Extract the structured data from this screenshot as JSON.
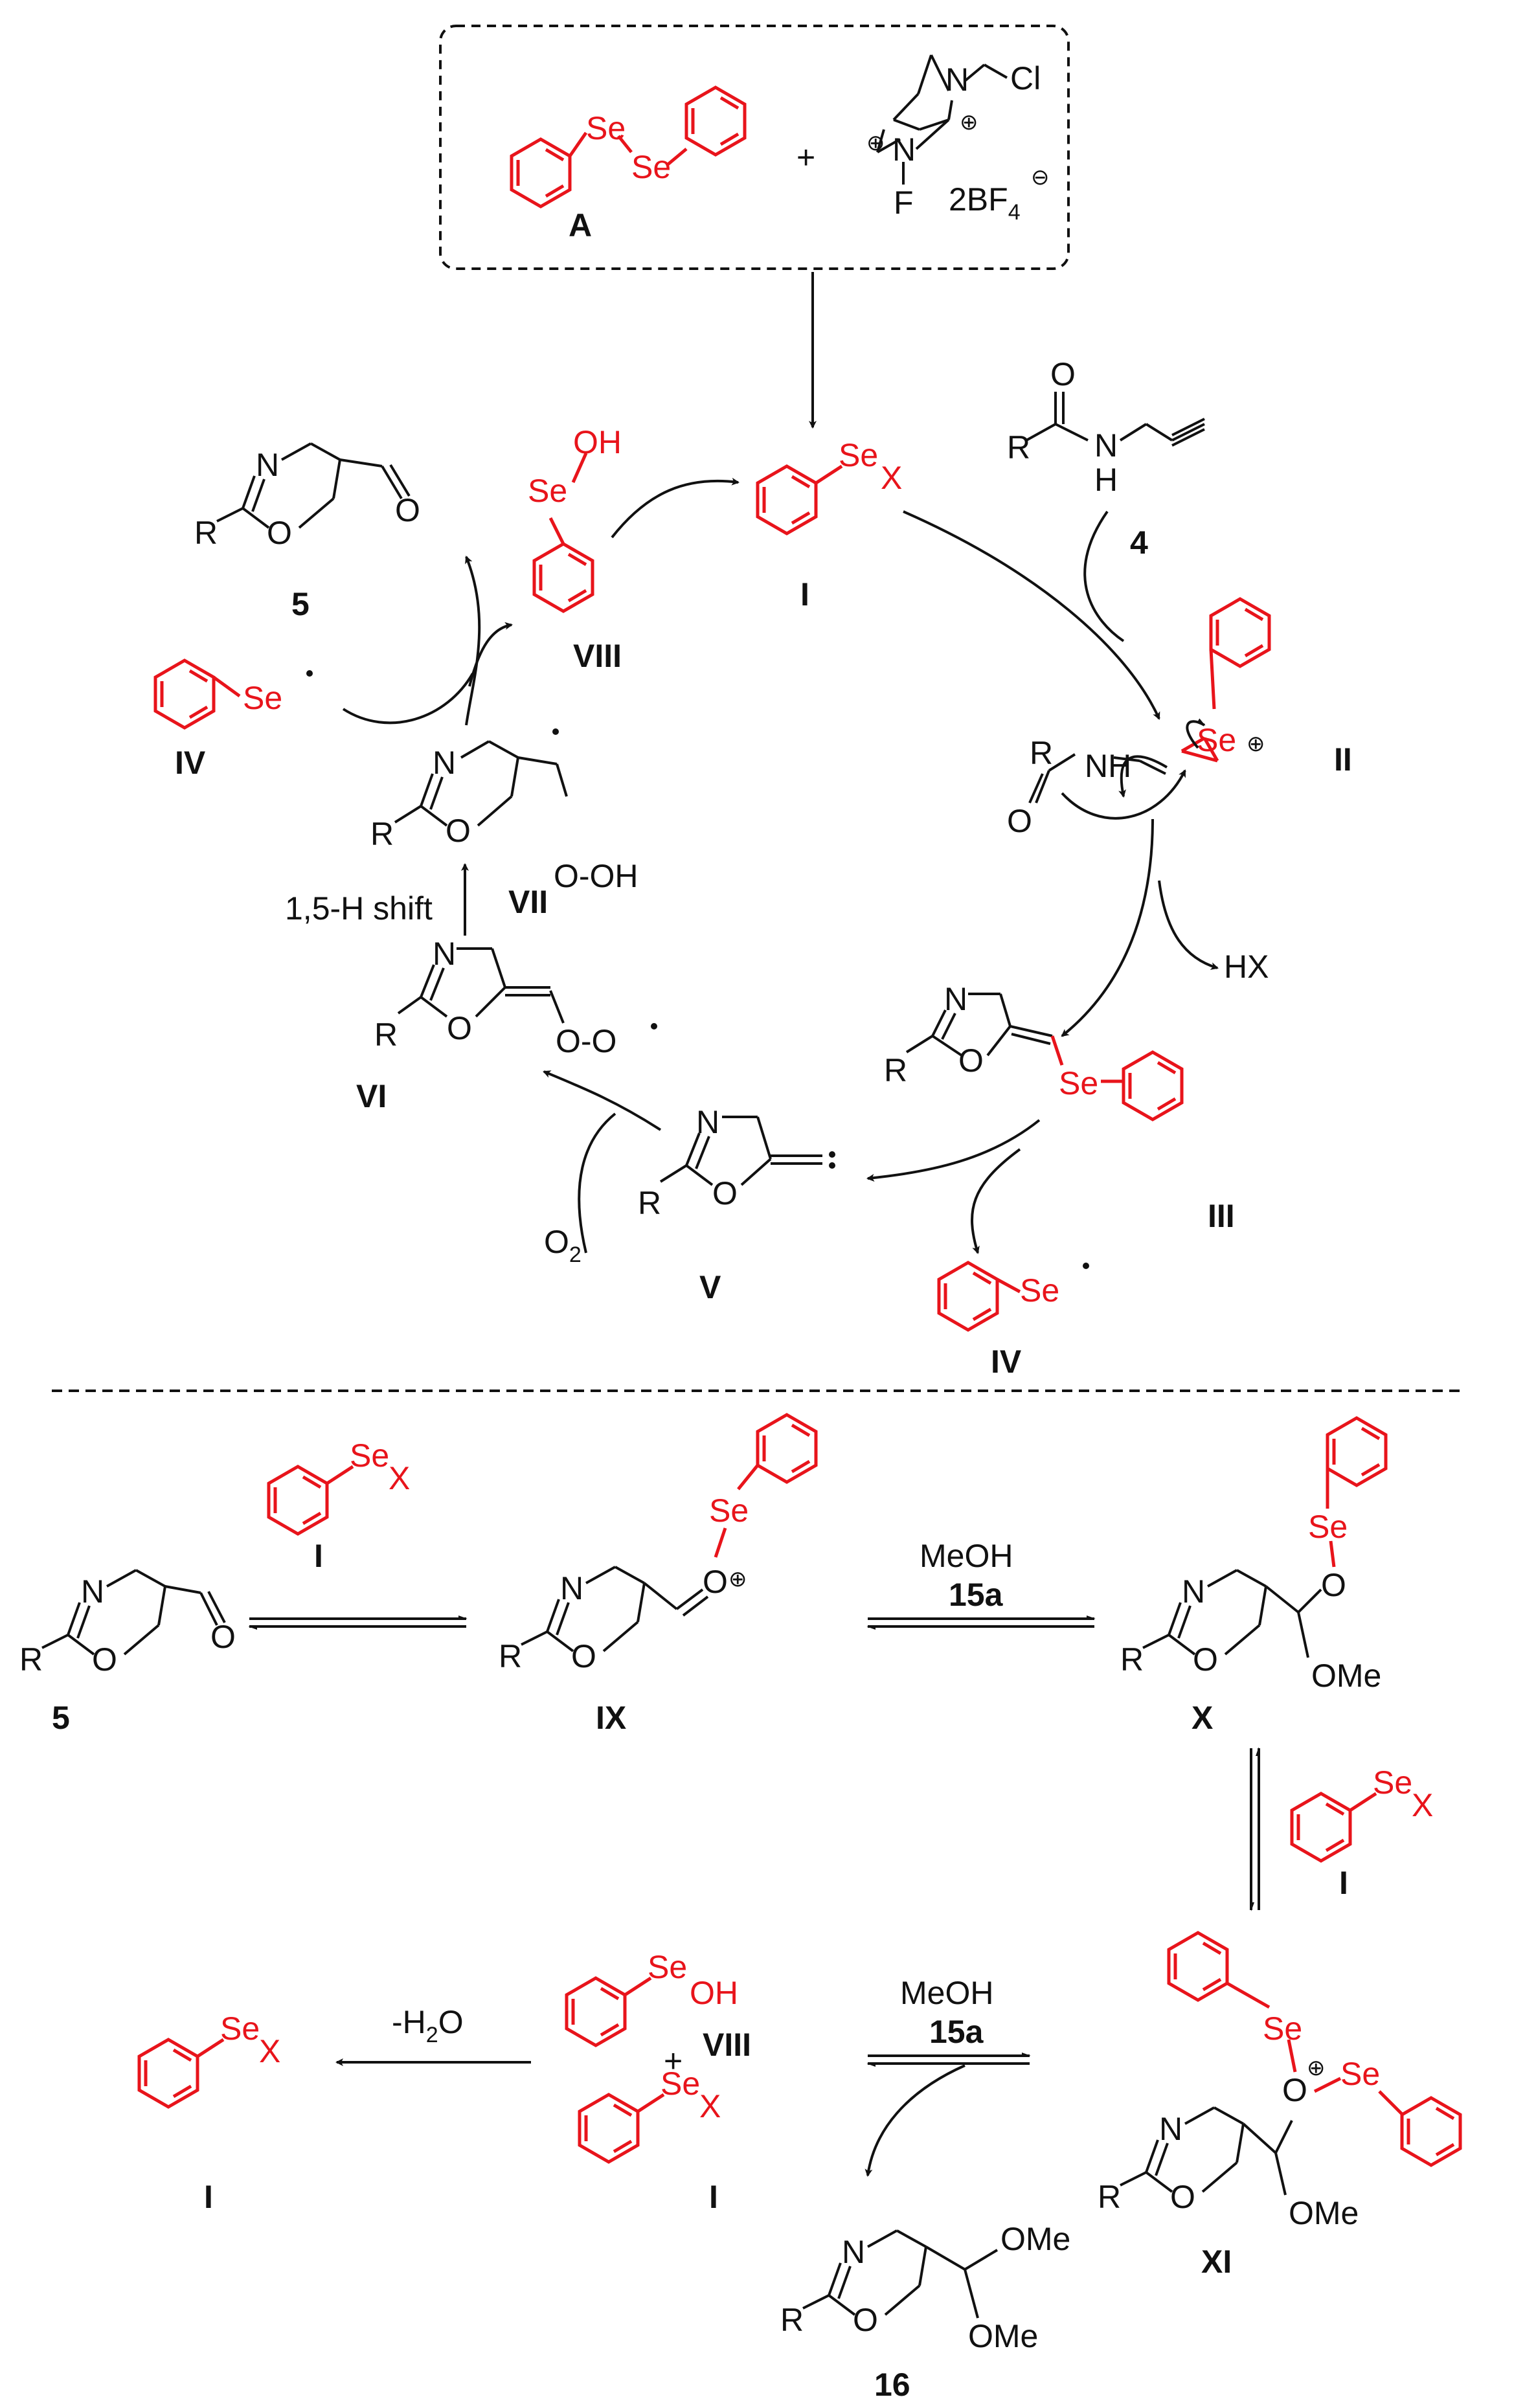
{
  "colors": {
    "selenium_fragment": "#e8141b",
    "structure": "#111111"
  },
  "reagent_box": {
    "compound_a_label": "A",
    "selenium_atom": "Se",
    "plus": "+",
    "selectfluor_chlorine": "Cl",
    "selectfluor_nitrogen": "N",
    "selectfluor_fluorine": "F",
    "counterion": "2BF",
    "counterion_subscript": "4",
    "charge_plus": "⊕",
    "charge_minus": "⊖"
  },
  "cycle": {
    "species_I": {
      "label": "I",
      "se": "Se",
      "x": "X"
    },
    "substrate_4": {
      "label": "4",
      "r": "R",
      "o": "O",
      "n": "N",
      "h": "H"
    },
    "species_II": {
      "label": "II",
      "se": "Se",
      "r": "R",
      "o": "O",
      "nh": "NH"
    },
    "hx": "HX",
    "species_III": {
      "label": "III",
      "se": "Se",
      "n": "N",
      "r": "R",
      "o": "O"
    },
    "species_IV_bottom": {
      "label": "IV",
      "se": "Se"
    },
    "species_V": {
      "label": "V",
      "n": "N",
      "r": "R",
      "o": "O"
    },
    "o2": "O",
    "o2_subscript": "2",
    "species_VI": {
      "label": "VI",
      "n": "N",
      "r": "R",
      "o": "O",
      "oo": "O-O"
    },
    "shift": "1,5-H shift",
    "species_VII": {
      "label": "VII",
      "n": "N",
      "r": "R",
      "o": "O",
      "ooh": "O-OH"
    },
    "species_IV_left": {
      "label": "IV",
      "se": "Se"
    },
    "species_VIII": {
      "label": "VIII",
      "se": "Se",
      "oh": "OH"
    },
    "product_5": {
      "label": "5",
      "n": "N",
      "r": "R",
      "o": "O"
    }
  },
  "lower": {
    "compound_5": {
      "label": "5",
      "n": "N",
      "r": "R",
      "o": "O"
    },
    "reagent_I_1": {
      "label": "I",
      "se": "Se",
      "x": "X"
    },
    "species_IX": {
      "label": "IX",
      "se": "Se",
      "n": "N",
      "r": "R",
      "o": "O"
    },
    "meoh_1": "MeOH",
    "reagent_15a_1": "15a",
    "species_X": {
      "label": "X",
      "se": "Se",
      "n": "N",
      "r": "R",
      "o": "O",
      "ome": "OMe"
    },
    "reagent_I_2": {
      "label": "I",
      "se": "Se",
      "x": "X"
    },
    "species_XI": {
      "label": "XI",
      "se": "Se",
      "n": "N",
      "r": "R",
      "o": "O",
      "ome": "OMe"
    },
    "meoh_2": "MeOH",
    "reagent_15a_2": "15a",
    "species_VIII": {
      "label": "VIII",
      "se": "Se",
      "oh": "OH"
    },
    "plus": "+",
    "reagent_I_3": {
      "label": "I",
      "se": "Se",
      "x": "X"
    },
    "product_16": {
      "label": "16",
      "n": "N",
      "r": "R",
      "o": "O",
      "ome": "OMe"
    },
    "water_loss": "-H",
    "water_subscript": "2",
    "water_o": "O",
    "regenerated_I": {
      "label": "I",
      "se": "Se",
      "x": "X"
    }
  }
}
